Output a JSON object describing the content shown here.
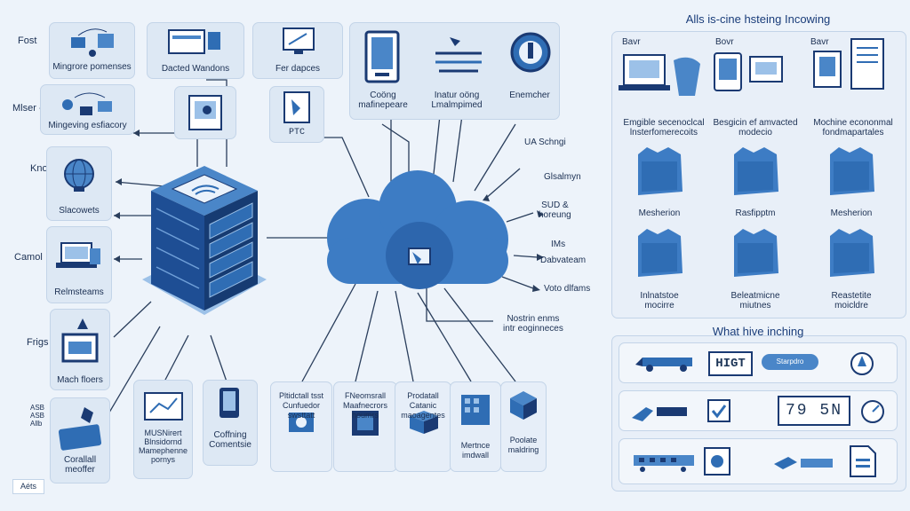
{
  "colors": {
    "background": "#edf3fa",
    "card": "#dde8f4",
    "accent": "#2f6db4",
    "dark": "#1a3a73",
    "line": "#2a3e5c"
  },
  "left_labels": {
    "fost": "Fost",
    "mlser": "Mlser -",
    "knove": "Knove",
    "camol": "Camol",
    "frigs": "Frigs",
    "bottom_stack": "ASB\nASB\nAllb"
  },
  "left_cards": {
    "c1": "Mingrore pomenses",
    "c2": "Mingeving esfiacory",
    "c3": "Slacowets",
    "c4": "Relmsteams",
    "c5": "Mach floers",
    "c6": "Corallall\nmeoffer"
  },
  "top_cards": {
    "t1": "Dacted Wandons",
    "t2": "Fer dapces",
    "t3": "PTC",
    "t4": "Coöng\nmafinepeare",
    "t5": "Inatur oöng\nLmalmpimed",
    "t6": "Enemcher"
  },
  "right_cloud_labels": {
    "r1": "UA Schngi",
    "r2": "Glsalmyn",
    "r3": "SUD &\nhoreung",
    "r4": "IMs",
    "r5": "Dabvateam",
    "r6": "Voto dlfams",
    "r7": "Nostrin enms\nintr eoginneces"
  },
  "bottom_cards": {
    "b1": "MUSNirert\nBlnsidornd\nMamephenne\npornys",
    "b2": "Coffning\nComentsie",
    "b3": "Pltidctall tsst\nCunfuedor\nswsttatt",
    "b4": "FNeomsrall\nMaafnecrors\nhoumrs",
    "b5": "Prodatall\nCatanic\nmaoagentes",
    "b6": "Mertnce\nimdwall",
    "b7": "Poolate\nmaldring"
  },
  "right_panel": {
    "title": "Alls is-cine hsteing Incowing",
    "row1": [
      {
        "tag": "Bavr",
        "label": "Emgible secenoclcal\nlnsterfomerecoits"
      },
      {
        "tag": "Bovr",
        "label": "Besgicin ef amvacted\nmodecio"
      },
      {
        "tag": "Bavr",
        "label": "Mochine econonmal\nfondmapartales"
      }
    ],
    "row2": [
      "Mesherion",
      "Rasfipptm",
      "Mesherion"
    ],
    "row3": [
      "Inlnatstoe\nmocirre",
      "Beleatmicne\nmiutnes",
      "Reastetite\nmoicldre"
    ]
  },
  "bottom_panel": {
    "title": "What hive inching",
    "row1": {
      "sign": "HIGT",
      "text": "Starpdro"
    },
    "row2": {
      "display": "79 5N"
    },
    "row3": {}
  },
  "watermark": "Aéts"
}
